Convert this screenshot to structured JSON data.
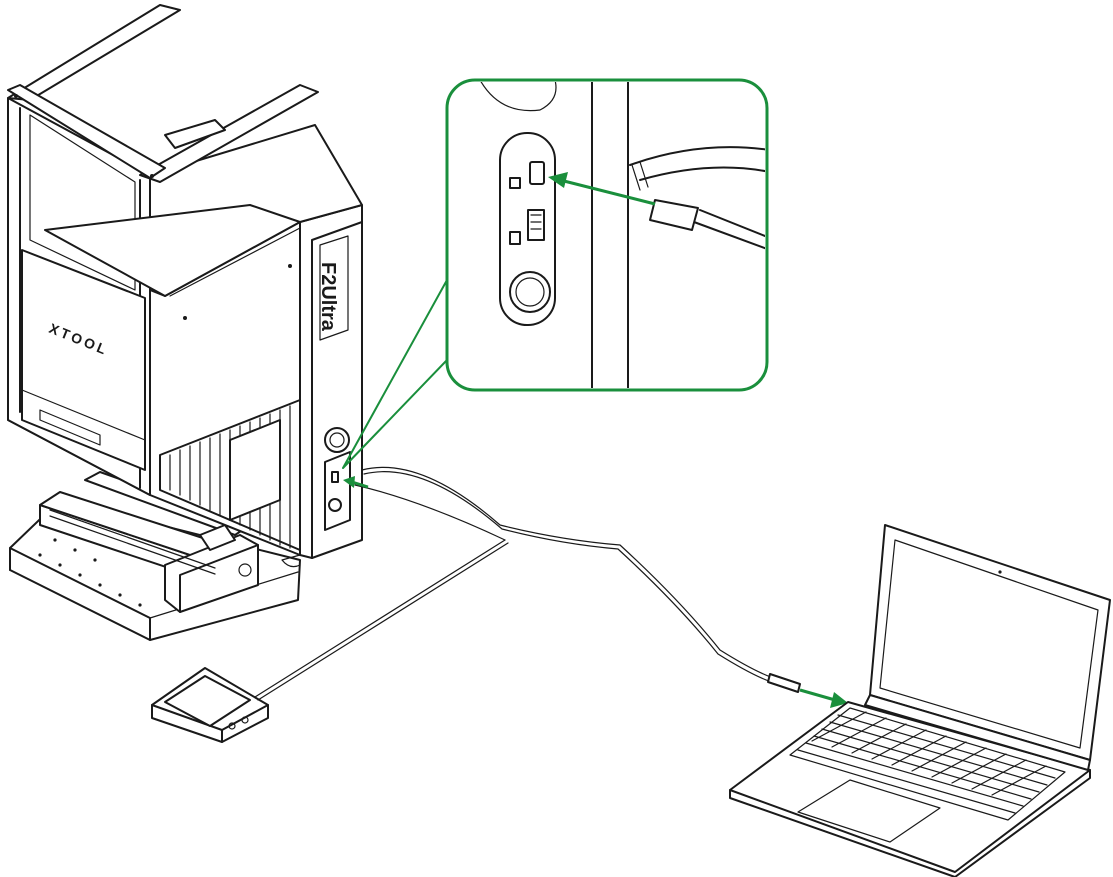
{
  "diagram": {
    "machine_brand": "XTOOL",
    "machine_model": "F2Ultra",
    "accent_color": "#1a8f3c",
    "line_color": "#1a1a1a",
    "components": [
      "laser-machine",
      "riser-base",
      "rotary-attachment",
      "touch-controller",
      "usb-cable",
      "laptop"
    ],
    "callout": {
      "shows": "usb-port-closeup",
      "icons": [
        "usb-port-icon",
        "ethernet-port-icon",
        "power-button-icon"
      ]
    }
  }
}
